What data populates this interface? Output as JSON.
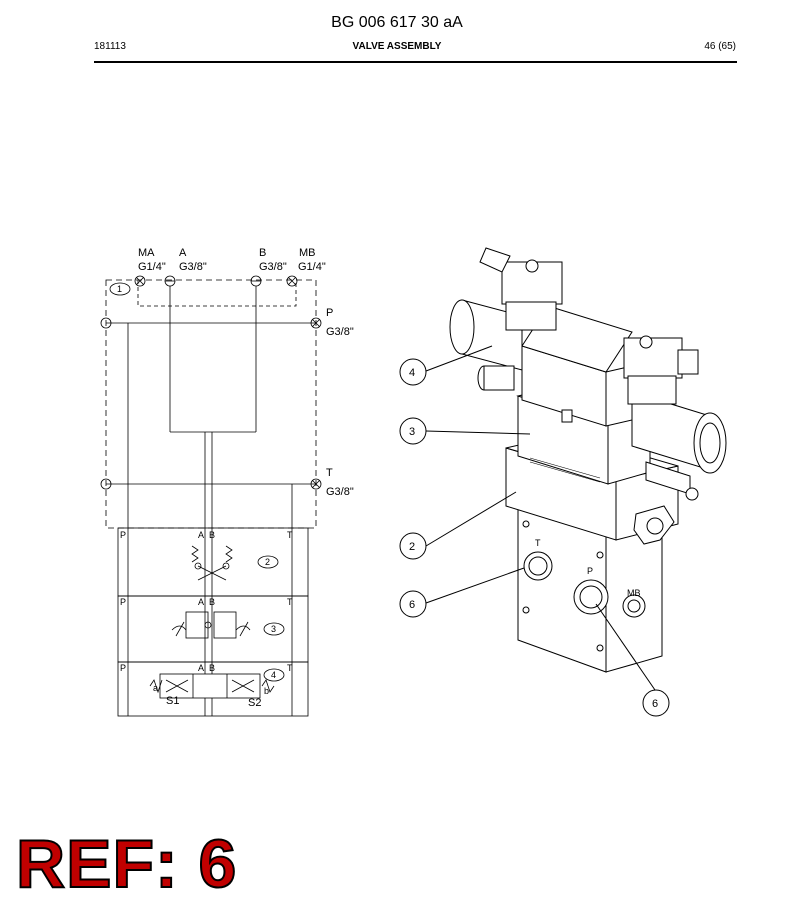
{
  "header": {
    "doc_number": "BG 006 617 30 aA",
    "date_code": "181113",
    "section_title": "VALVE ASSEMBLY",
    "page": "46 (65)"
  },
  "schematic": {
    "ports": {
      "ma": {
        "name": "MA",
        "thread": "G1/4\""
      },
      "a": {
        "name": "A",
        "thread": "G3/8\""
      },
      "b": {
        "name": "B",
        "thread": "G3/8\""
      },
      "mb": {
        "name": "MB",
        "thread": "G1/4\""
      },
      "p": {
        "name": "P",
        "thread": "G3/8\""
      },
      "t": {
        "name": "T",
        "thread": "G3/8\""
      }
    },
    "block_1_label": "1",
    "layers": [
      {
        "p": "P",
        "a": "A",
        "b": "B",
        "t": "T",
        "num": "2"
      },
      {
        "p": "P",
        "a": "A",
        "b": "B",
        "t": "T",
        "num": "3"
      },
      {
        "p": "P",
        "a": "A",
        "b": "B",
        "t": "T",
        "num": "4"
      }
    ],
    "solenoid_a": "a",
    "solenoid_b": "b",
    "s1": "S1",
    "s2": "S2"
  },
  "drawing": {
    "callouts": [
      "4",
      "3",
      "2",
      "6",
      "6"
    ],
    "port_marks": {
      "t": "T",
      "p": "P",
      "mb": "MB"
    }
  },
  "ref_stamp": "REF: 6"
}
